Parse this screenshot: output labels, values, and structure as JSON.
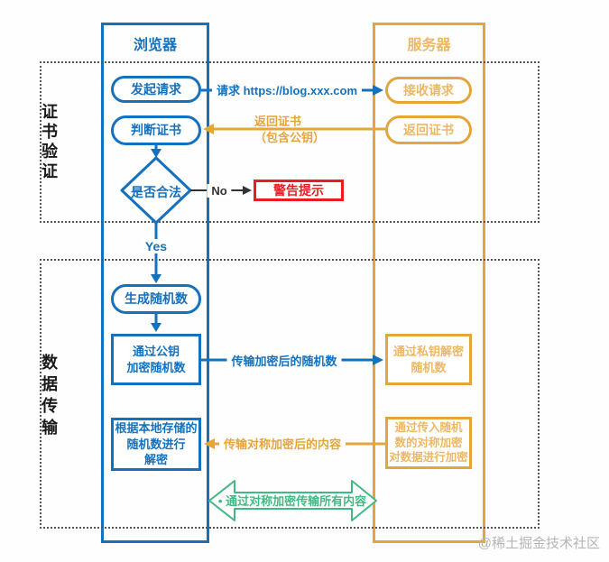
{
  "columns": {
    "browser_title": "浏览器",
    "server_title": "服务器"
  },
  "sections": {
    "certificate_validation": "证书验证",
    "data_transfer": "数据传输"
  },
  "nodes": {
    "initiate_request": "发起请求",
    "judge_certificate": "判断证书",
    "is_valid": "是否合法",
    "warning": "警告提示",
    "generate_random": "生成随机数",
    "encrypt_public": "通过公钥\n加密随机数",
    "decrypt_local": "根据本地存储的\n随机数进行\n解密",
    "receive_request": "接收请求",
    "return_certificate": "返回证书",
    "decrypt_private": "通过私钥解密\n随机数",
    "encrypt_symmetric": "通过传入随机\n数的对称加密\n对数据进行加密"
  },
  "edges": {
    "request": "请求 https://blog.xxx.com",
    "return_cert_line1": "返回证书",
    "return_cert_line2": "（包含公钥）",
    "no": "No",
    "yes": "Yes",
    "transmit_encrypted_random": "传输加密后的随机数",
    "transmit_symmetric_content": "传输对称加密后的内容",
    "symmetric_all_content": "• 通过对称加密传输所有内容"
  },
  "watermark": "@稀土掘金技术社区",
  "colors": {
    "blue": "#1471bd",
    "orange": "#e4a53b",
    "orange_text": "#eeb764",
    "green": "#42b983",
    "red": "#ec1b23",
    "dotted_border": "#555555",
    "watermark_gray": "#b5b5b5"
  }
}
